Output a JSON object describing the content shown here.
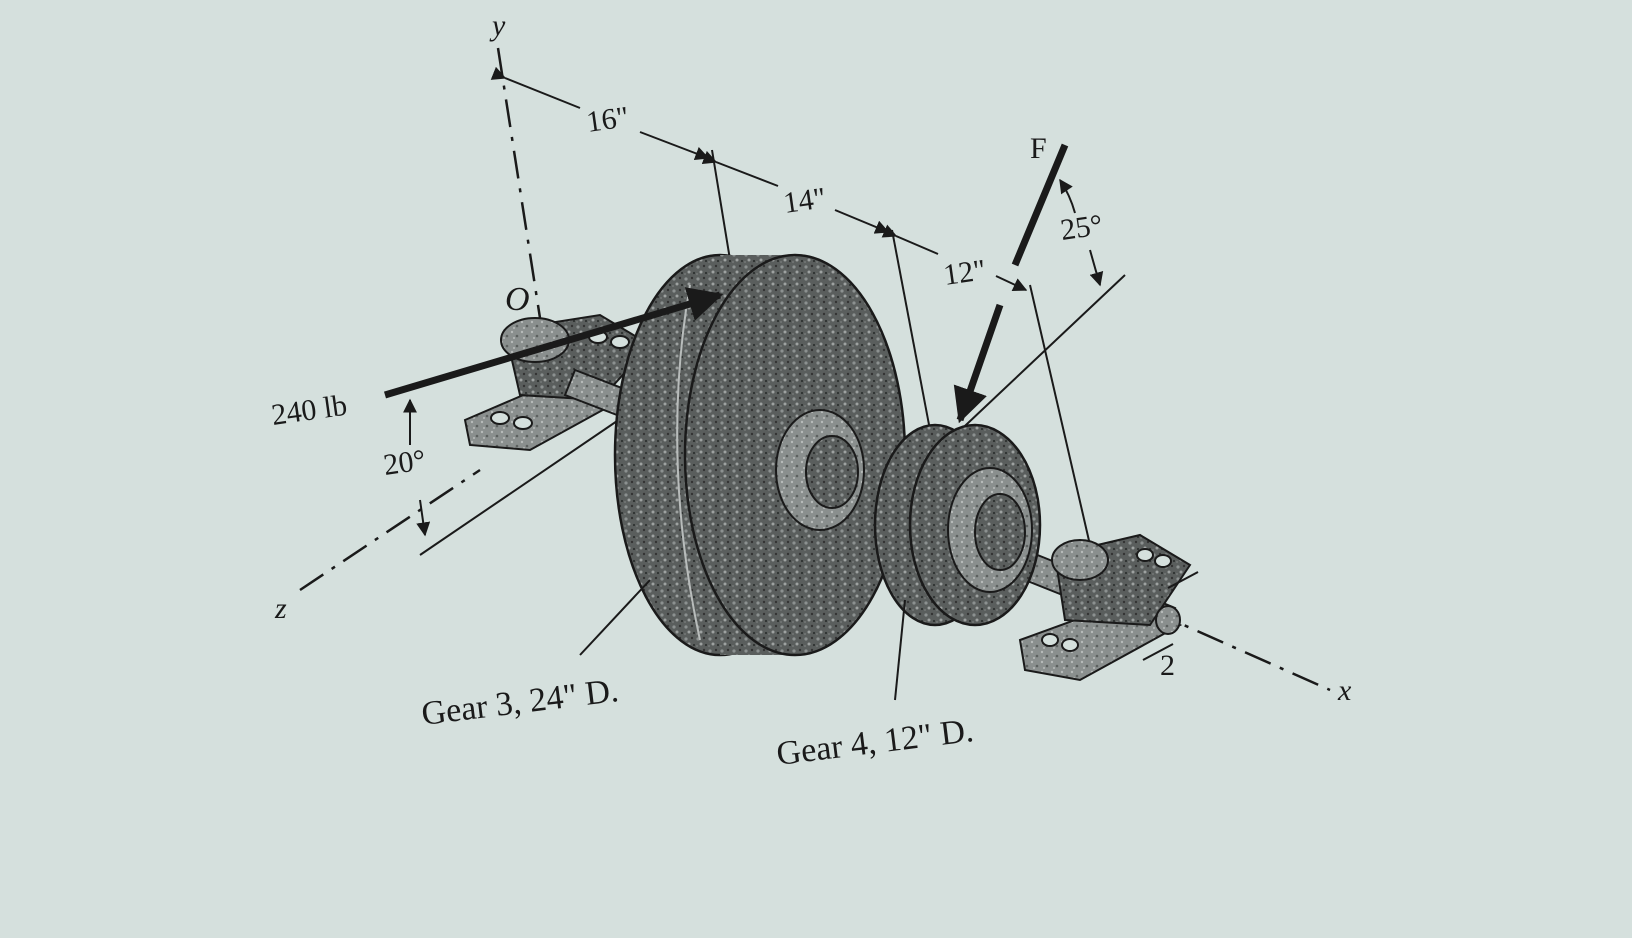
{
  "figure": {
    "axes": {
      "y": "y",
      "z": "z",
      "x": "x",
      "origin": "O"
    },
    "dimensions": {
      "d1": "16\"",
      "d2": "14\"",
      "d3": "12\"",
      "d4": "2"
    },
    "loads": {
      "left_force": "240 lb",
      "left_angle": "20°",
      "right_force": "F",
      "right_angle": "25°"
    },
    "gears": {
      "gear3": "Gear 3, 24\" D.",
      "gear4": "Gear 4, 12\" D."
    }
  },
  "colors": {
    "paper": "#d5e0dd",
    "ink": "#1a1a1a",
    "gear_dark": "#4a4d4c",
    "gear_mid": "#6d7170",
    "gear_light": "#9a9e9d"
  }
}
